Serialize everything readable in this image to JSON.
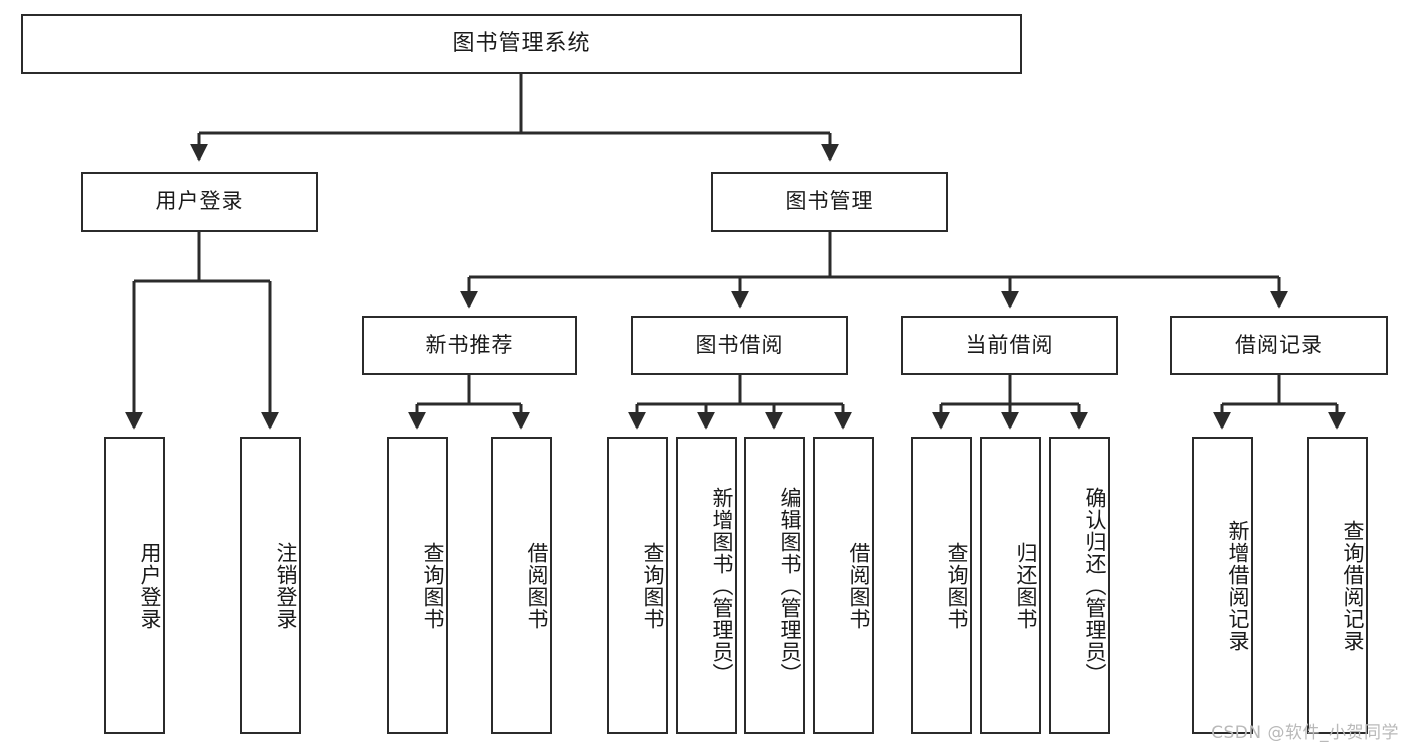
{
  "diagram": {
    "type": "tree-hierarchy-diagram",
    "title": "图书管理系统",
    "root": {
      "label": "图书管理系统",
      "name": "root-node-library-management-system"
    },
    "level2": [
      {
        "label": "用户登录",
        "name": "node-user-login"
      },
      {
        "label": "图书管理",
        "name": "node-book-management"
      }
    ],
    "level3": [
      {
        "label": "新书推荐",
        "name": "node-new-book-recommendation"
      },
      {
        "label": "图书借阅",
        "name": "node-book-borrowing"
      },
      {
        "label": "当前借阅",
        "name": "node-current-borrowing"
      },
      {
        "label": "借阅记录",
        "name": "node-borrowing-records"
      }
    ],
    "leaves_user_login": [
      {
        "label": "用户登录",
        "name": "leaf-user-login"
      },
      {
        "label": "注销登录",
        "name": "leaf-logout"
      }
    ],
    "leaves_new_book": [
      {
        "label": "查询图书",
        "name": "leaf-query-books-1"
      },
      {
        "label": "借阅图书",
        "name": "leaf-borrow-books-1"
      }
    ],
    "leaves_book_borrow": [
      {
        "label": "查询图书",
        "name": "leaf-query-books-2"
      },
      {
        "label": "新增图书（管理员）",
        "name": "leaf-add-book-admin"
      },
      {
        "label": "编辑图书（管理员）",
        "name": "leaf-edit-book-admin"
      },
      {
        "label": "借阅图书",
        "name": "leaf-borrow-books-2"
      }
    ],
    "leaves_current_borrow": [
      {
        "label": "查询图书",
        "name": "leaf-query-books-3"
      },
      {
        "label": "归还图书",
        "name": "leaf-return-books"
      },
      {
        "label": "确认归还（管理员）",
        "name": "leaf-confirm-return-admin"
      }
    ],
    "leaves_borrow_records": [
      {
        "label": "新增借阅记录",
        "name": "leaf-add-borrow-record"
      },
      {
        "label": "查询借阅记录",
        "name": "leaf-query-borrow-record"
      }
    ],
    "watermark": "CSDN @软件_小贺同学",
    "colors": {
      "stroke": "#2b2b2b",
      "background": "#ffffff",
      "text": "#1a1a1a",
      "watermark": "#b9b9b9"
    }
  }
}
